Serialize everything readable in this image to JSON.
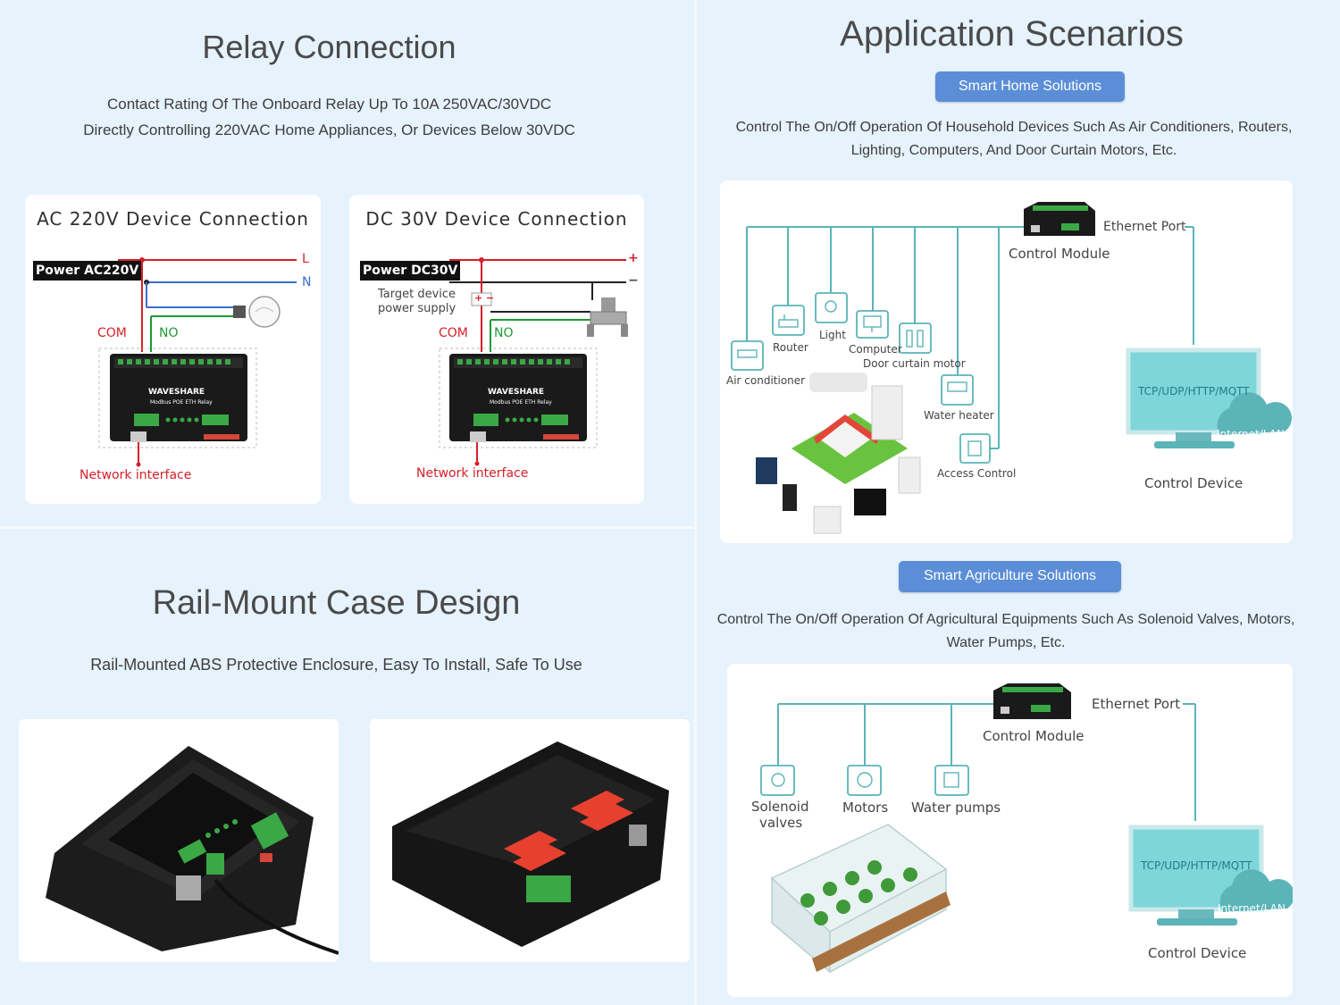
{
  "relay": {
    "title": "Relay Connection",
    "desc_line1": "Contact Rating Of The Onboard Relay Up To 10A 250VAC/30VDC",
    "desc_line2": "Directly Controlling 220VAC Home Appliances, Or Devices Below 30VDC",
    "ac": {
      "title": "AC 220V Device Connection",
      "power_tag": "Power AC220V",
      "l": "L",
      "n": "N",
      "com": "COM",
      "no": "NO",
      "network": "Network interface"
    },
    "dc": {
      "title": "DC 30V Device Connection",
      "power_tag": "Power DC30V",
      "plus": "+",
      "minus": "−",
      "target_line1": "Target device",
      "target_line2": "power supply",
      "com": "COM",
      "no": "NO",
      "network": "Network interface"
    },
    "module": {
      "brand": "WAVESHARE",
      "model": "Modbus POE ETH Relay"
    }
  },
  "rail": {
    "title": "Rail-Mount Case Design",
    "desc": "Rail-Mounted ABS Protective Enclosure, Easy To Install, Safe To Use"
  },
  "app": {
    "title": "Application Scenarios",
    "home": {
      "pill": "Smart Home Solutions",
      "desc_line1": "Control The On/Off Operation Of Household Devices Such As Air Conditioners, Routers,",
      "desc_line2": "Lighting, Computers, And Door Curtain Motors, Etc.",
      "ethernet_port": "Ethernet Port",
      "control_module": "Control Module",
      "control_device": "Control Device",
      "protocols": "TCP/UDP/HTTP/MQTT",
      "internet": "Internet/LAN",
      "devices": {
        "router": "Router",
        "light": "Light",
        "computer": "Computer",
        "door_curtain": "Door curtain motor",
        "air_conditioner": "Air conditioner",
        "water_heater": "Water heater",
        "access_control": "Access Control"
      }
    },
    "agri": {
      "pill": "Smart Agriculture Solutions",
      "desc_line1": "Control The On/Off Operation Of Agricultural Equipments Such As Solenoid Valves, Motors,",
      "desc_line2": "Water Pumps, Etc.",
      "ethernet_port": "Ethernet Port",
      "control_module": "Control Module",
      "control_device": "Control Device",
      "protocols": "TCP/UDP/HTTP/MQTT",
      "internet": "Internet/LAN",
      "devices": {
        "solenoid_line1": "Solenoid",
        "solenoid_line2": "valves",
        "motors": "Motors",
        "water_pumps": "Water pumps"
      }
    }
  },
  "colors": {
    "background": "#e6f2fc",
    "pill": "#5b8ed6",
    "teal_line": "#5ab4b8",
    "red_wire": "#d6202a",
    "blue_wire": "#3a6fd0",
    "green_wire": "#1e9a34"
  }
}
